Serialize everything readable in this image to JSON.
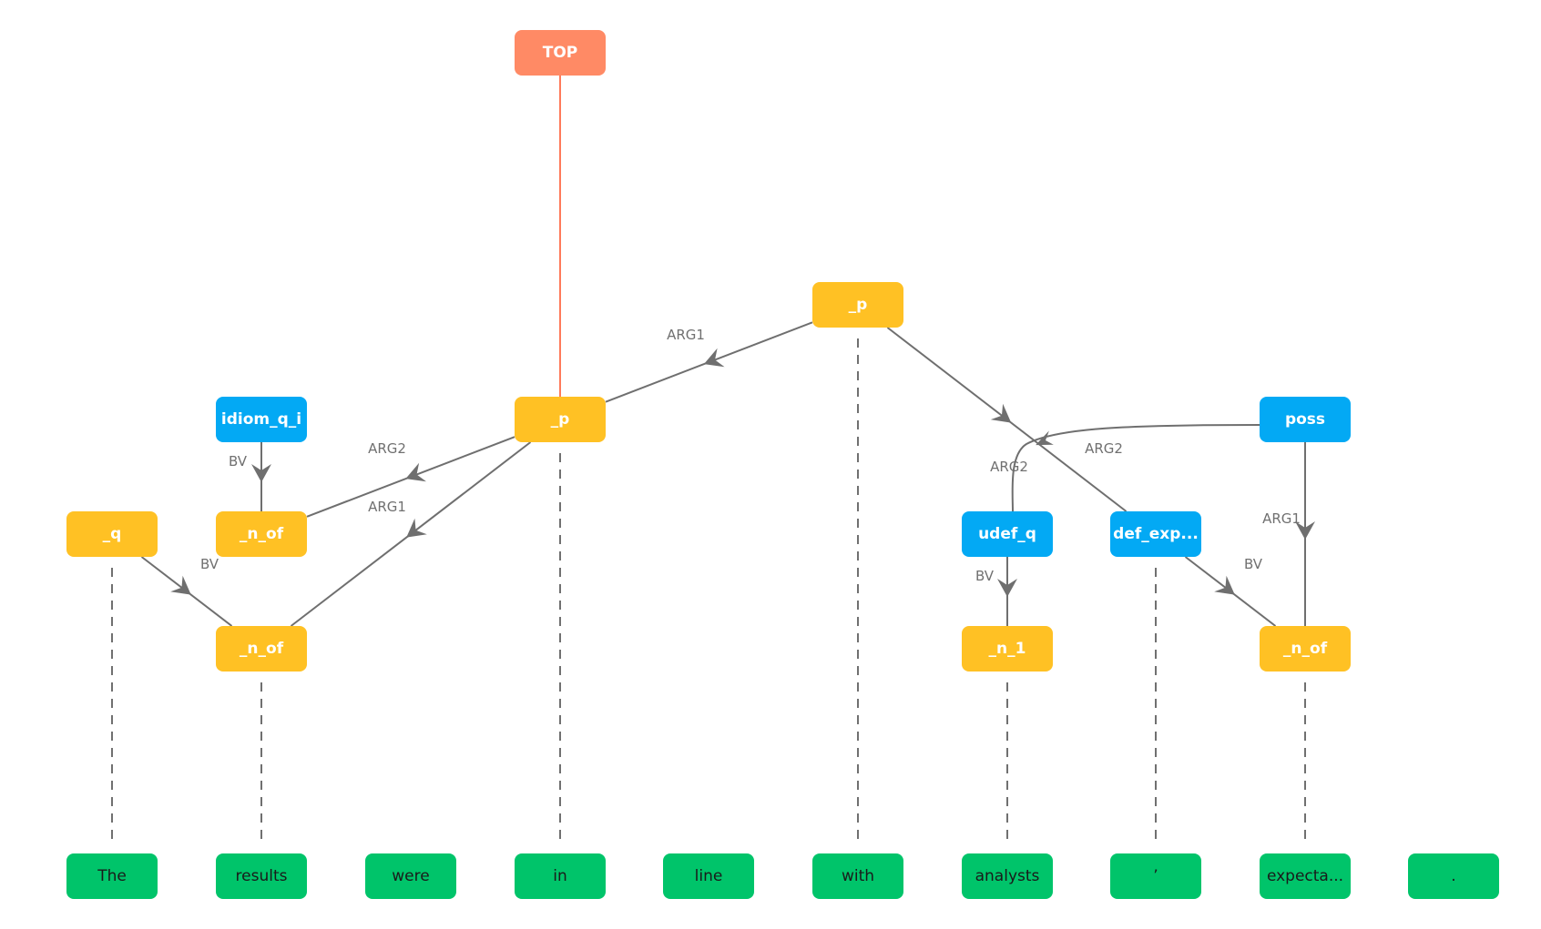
{
  "colors": {
    "top": "#FF8A65",
    "predicate": "#FFC124",
    "quantifier": "#03A9F4",
    "word": "#00C46A",
    "edge": "#6f6f6f",
    "top_edge": "#FF7A5A",
    "alignment": "#707070"
  },
  "nodes": [
    {
      "id": "top",
      "label": "TOP",
      "kind": "top"
    },
    {
      "id": "p_with",
      "label": "_p",
      "kind": "predicate"
    },
    {
      "id": "p_in",
      "label": "_p",
      "kind": "predicate"
    },
    {
      "id": "idiom_q_i",
      "label": "idiom_q_i",
      "kind": "quantifier"
    },
    {
      "id": "poss",
      "label": "poss",
      "kind": "quantifier"
    },
    {
      "id": "q_the",
      "label": "_q",
      "kind": "predicate"
    },
    {
      "id": "n_of_line",
      "label": "_n_of",
      "kind": "predicate"
    },
    {
      "id": "udef_q",
      "label": "udef_q",
      "kind": "quantifier"
    },
    {
      "id": "def_exp",
      "label": "def_exp...",
      "kind": "quantifier"
    },
    {
      "id": "n_of_results",
      "label": "_n_of",
      "kind": "predicate"
    },
    {
      "id": "n_1",
      "label": "_n_1",
      "kind": "predicate"
    },
    {
      "id": "n_of_expect",
      "label": "_n_of",
      "kind": "predicate"
    }
  ],
  "words": [
    "The",
    "results",
    "were",
    "in",
    "line",
    "with",
    "analysts",
    "’",
    "expecta...",
    "."
  ],
  "edges": [
    {
      "from": "p_with",
      "to": "p_in",
      "label": "ARG1"
    },
    {
      "from": "p_with",
      "to": "def_exp",
      "label": "ARG2"
    },
    {
      "from": "p_in",
      "to": "n_of_line",
      "label": "ARG2"
    },
    {
      "from": "p_in",
      "to": "n_of_results",
      "label": "ARG1"
    },
    {
      "from": "idiom_q_i",
      "to": "n_of_line",
      "label": "BV"
    },
    {
      "from": "q_the",
      "to": "n_of_results",
      "label": "BV"
    },
    {
      "from": "poss",
      "to": "udef_q",
      "label": "ARG2"
    },
    {
      "from": "poss",
      "to": "n_of_expect",
      "label": "ARG1"
    },
    {
      "from": "udef_q",
      "to": "n_1",
      "label": "BV"
    },
    {
      "from": "def_exp",
      "to": "n_of_expect",
      "label": "BV"
    }
  ],
  "alignments": [
    {
      "node": "q_the",
      "word": 0
    },
    {
      "node": "n_of_results",
      "word": 1
    },
    {
      "node": "p_in",
      "word": 3
    },
    {
      "node": "p_with",
      "word": 5
    },
    {
      "node": "n_1",
      "word": 6
    },
    {
      "node": "def_exp",
      "word": 7
    },
    {
      "node": "n_of_expect",
      "word": 8
    }
  ]
}
